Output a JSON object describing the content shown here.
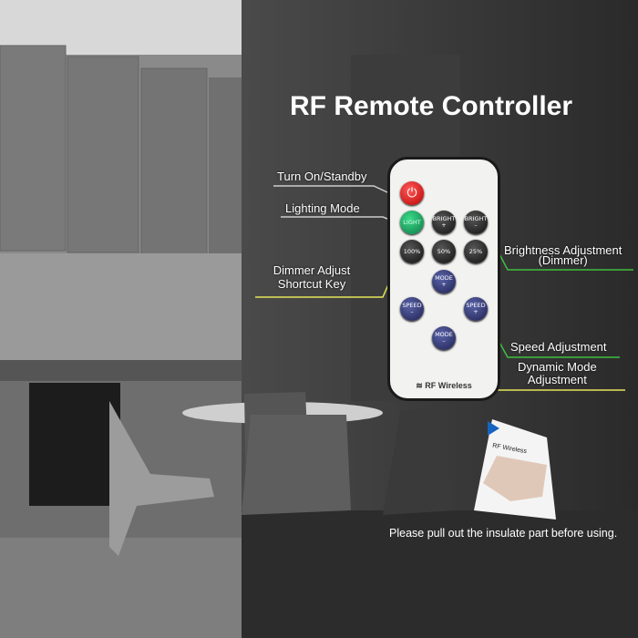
{
  "title": "RF Remote Controller",
  "labels": {
    "power": "Turn On/Standby",
    "lighting": "Lighting Mode",
    "dimmer_1": "Dimmer Adjust",
    "dimmer_2": "Shortcut Key",
    "brightness_1": "Brightness Adjustment",
    "brightness_2": "(Dimmer)",
    "speed": "Speed Adjustment",
    "mode_1": "Dynamic Mode",
    "mode_2": "Adjustment"
  },
  "remote": {
    "light": "LIGHT",
    "bright": "BRIGHT",
    "plus": "+",
    "minus": "–",
    "p100": "100%",
    "p50": "50%",
    "p25": "25%",
    "mode": "MODE",
    "speed": "SPEED",
    "brand": "RF Wireless"
  },
  "inset_brand": "RF Wireless",
  "caption": "Please pull out the insulate part before using.",
  "colors": {
    "green_box": "#3fbf3f",
    "yellow_box": "#e6e65a",
    "power": "#d42020"
  }
}
